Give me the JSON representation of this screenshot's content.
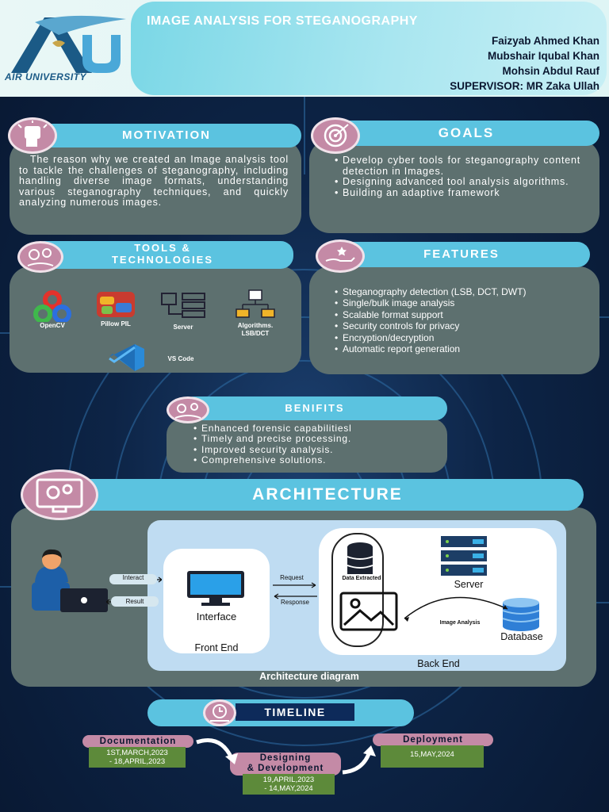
{
  "header": {
    "title": "IMAGE ANALYSIS FOR STEGANOGRAPHY",
    "logo_text": "AIR UNIVERSITY",
    "authors": [
      "Faizyab Ahmed Khan",
      "Mubshair Iqubal Khan",
      "Mohsin Abdul Rauf"
    ],
    "supervisor": "SUPERVISOR: MR Zaka Ullah"
  },
  "motivation": {
    "heading": "MOTIVATION",
    "icon": "raised-fist-icon",
    "text": "The reason why we created an Image analysis tool to tackle the challenges of steganography, including handling diverse image formats, understanding various steganography techniques, and quickly analyzing numerous images."
  },
  "goals": {
    "heading": "GOALS",
    "icon": "target-icon",
    "items": [
      "Develop cyber tools for steganography content detection in Images.",
      "Designing advanced tool analysis algorithms.",
      "Building an adaptive framework"
    ]
  },
  "tools": {
    "heading_line1": "TOOLS &",
    "heading_line2": "TECHNOLOGIES",
    "icon": "gears-people-icon",
    "items": [
      {
        "label": "OpenCV",
        "icon": "opencv-icon"
      },
      {
        "label": "Pillow PIL",
        "icon": "pillow-icon"
      },
      {
        "label": "Server",
        "icon": "server-icon"
      },
      {
        "label": "Algorithms. LSB/DCT",
        "icon": "algorithm-flowchart-icon"
      },
      {
        "label": "VS Code",
        "icon": "vscode-icon"
      }
    ]
  },
  "features": {
    "heading": "FEATURES",
    "icon": "hand-star-icon",
    "items": [
      "Steganography detection (LSB, DCT, DWT)",
      "Single/bulk image analysis",
      "Scalable format support",
      "Security controls for privacy",
      "Encryption/decryption",
      "Automatic report generation"
    ]
  },
  "benefits": {
    "heading": "BENIFITS",
    "icon": "gears-people-icon",
    "items": [
      "Enhanced forensic capabilitiesl",
      "Timely and precise processing.",
      "Improved security analysis.",
      "Comprehensive solutions."
    ]
  },
  "architecture": {
    "heading": "ARCHITECTURE",
    "icon": "monitor-gears-icon",
    "caption": "Architecture diagram",
    "interact": "Interact",
    "result": "Result",
    "request": "Request",
    "response": "Response",
    "interface": "Interface",
    "front_end": "Front End",
    "back_end": "Back End",
    "data_extracted": "Data Extracted",
    "server": "Server",
    "image_analysis": "Image Analysis",
    "database": "Database"
  },
  "timeline": {
    "heading": "TIMELINE",
    "icon": "clock-icon",
    "stages": [
      {
        "label": "Documentation",
        "dates": [
          "1ST,MARCH,2023",
          "- 18,APRIL,2023"
        ]
      },
      {
        "label_line1": "Designing",
        "label_line2": "& Development",
        "dates": [
          "19,APRIL,2023",
          "- 14,MAY,2024"
        ]
      },
      {
        "label": "Deployment",
        "dates": [
          "15,MAY,2024"
        ]
      }
    ]
  },
  "colors": {
    "card": "#5d706f",
    "pill": "#5bc3e0",
    "badge": "#c48aa6",
    "timeline_box": "#5d8a3a",
    "background": "#0d2446"
  }
}
